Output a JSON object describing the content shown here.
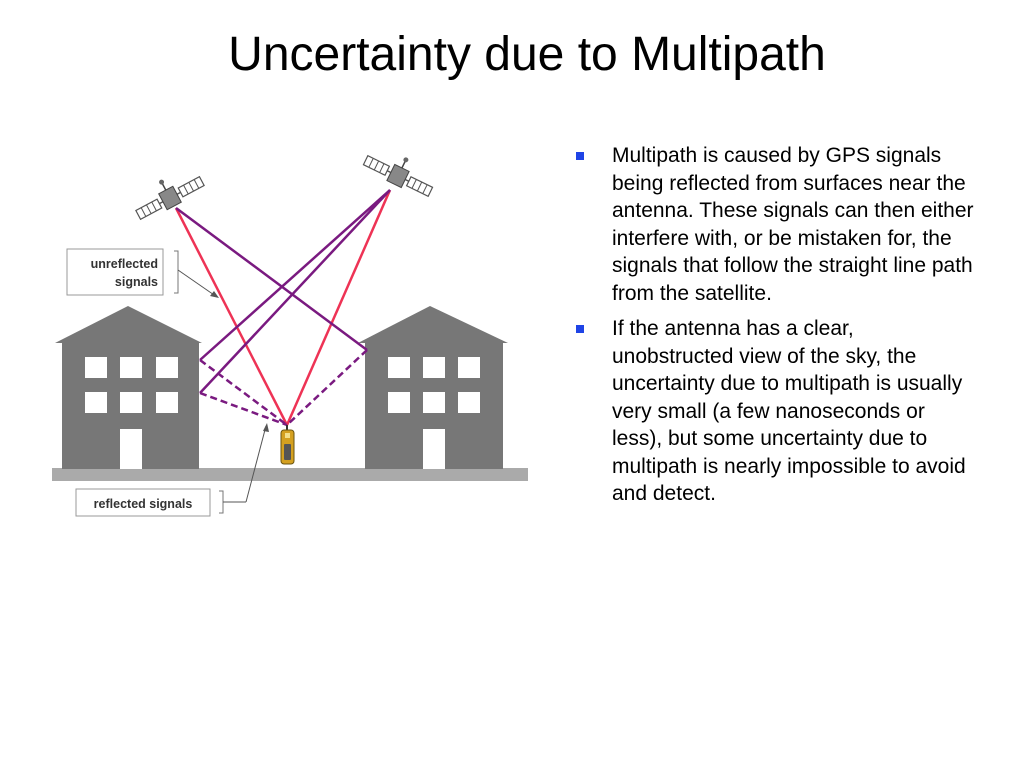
{
  "slide": {
    "title": "Uncertainty due to Multipath"
  },
  "diagram": {
    "labels": {
      "unreflected_line1": "unreflected",
      "unreflected_line2": "signals",
      "reflected": "reflected signals"
    },
    "colors": {
      "direct_signal": "#ee3355",
      "reflected_signal": "#7a1a80",
      "building": "#777777",
      "ground": "#aaaaaa",
      "receiver": "#d4a020"
    }
  },
  "bullets": {
    "marker_color": "#1f44e6",
    "items": [
      {
        "text": "Multipath is caused by GPS signals being reflected from surfaces near the antenna. These signals can then either interfere with, or be mistaken for, the signals that follow the straight line path from the satellite."
      },
      {
        "text": "If the antenna has a clear, unobstructed view of the sky, the uncertainty due to multipath is usually very small (a few nanoseconds or less), but some uncertainty due to multipath is nearly impossible to avoid and detect."
      }
    ]
  }
}
